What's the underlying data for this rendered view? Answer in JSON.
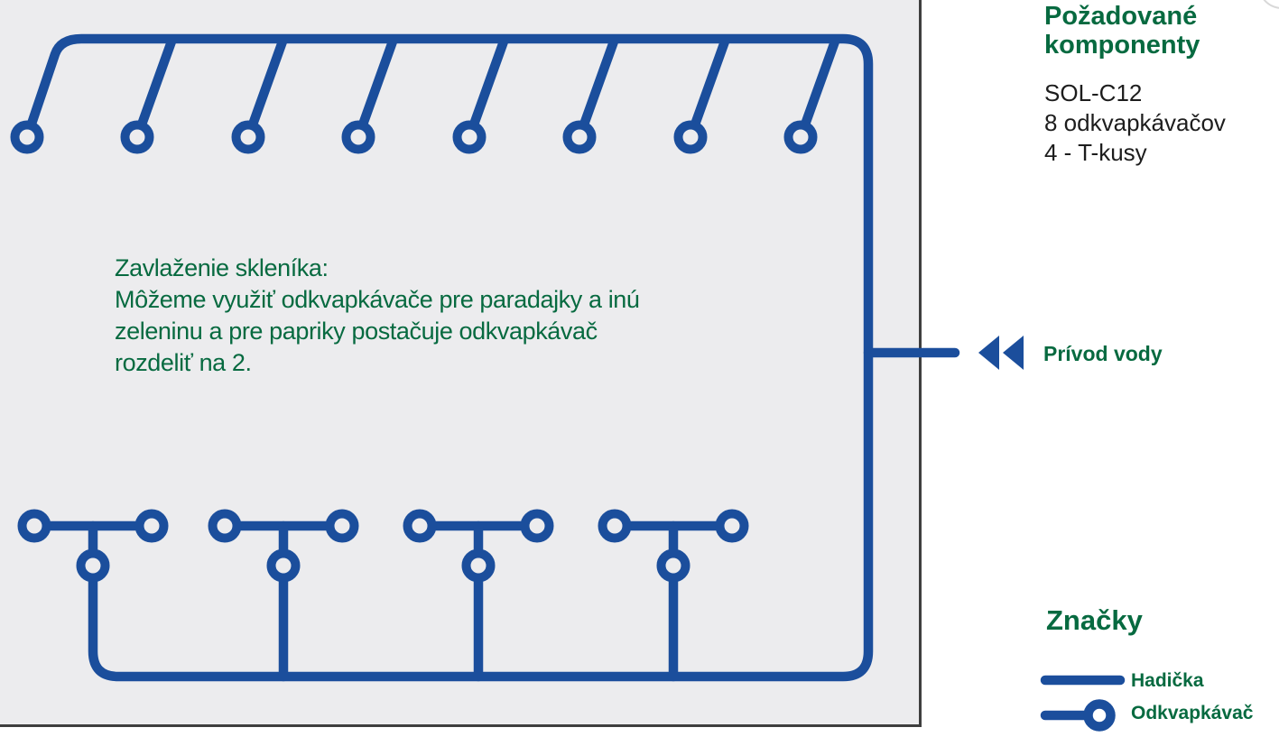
{
  "colors": {
    "pipe_blue": "#1b4e9c",
    "text_green": "#076a40",
    "greenhouse_bg": "#ececee",
    "border_dark": "#3e3e3e",
    "text_black": "#1d1d1d",
    "panel_bg": "#ffffff"
  },
  "greenhouse": {
    "note": "Zavlaženie skleníka:\nMôžeme využiť odkvapkávače pre paradajky a inú\nzeleninu a pre papriky postačuje odkvapkávač\nrozdeliť na 2."
  },
  "components_panel": {
    "title": "Požadované\nkomponenty",
    "items": [
      "SOL-C12",
      "8 odkvapkávačov",
      "4 - T-kusy"
    ]
  },
  "water_supply": {
    "label": "Prívod vody",
    "icon": "double-left-arrows"
  },
  "legend": {
    "title": "Značky",
    "items": [
      {
        "symbol": "hose-line",
        "label": "Hadička"
      },
      {
        "symbol": "dripper-circle",
        "label": "Odkvapkávač"
      }
    ]
  },
  "diagram": {
    "top_dripper_count": 8,
    "t_piece_count": 4
  }
}
